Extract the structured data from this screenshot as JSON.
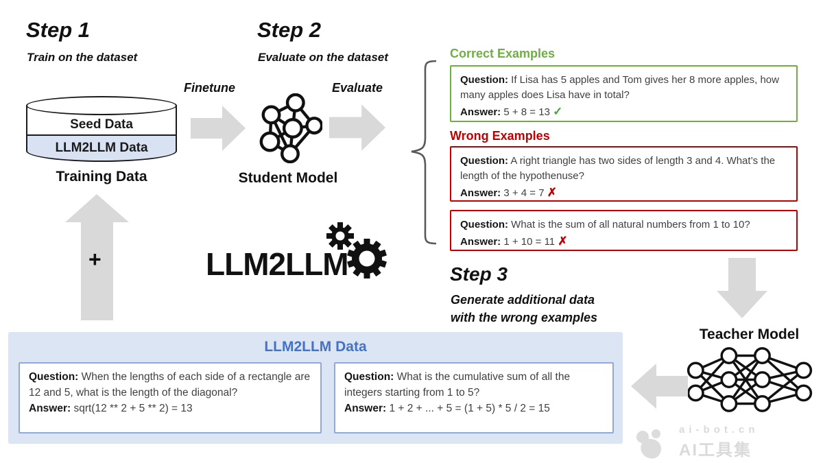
{
  "step1": {
    "title": "Step 1",
    "subtitle": "Train on the dataset",
    "cylinder_top": "Seed Data",
    "cylinder_bottom": "LLM2LLM Data",
    "label": "Training Data",
    "arrow_label": "Finetune"
  },
  "step2": {
    "title": "Step 2",
    "subtitle": "Evaluate on the dataset",
    "model_label": "Student Model",
    "arrow_label": "Evaluate"
  },
  "examples": {
    "correct_title": "Correct Examples",
    "correct": {
      "q_label": "Question:",
      "q_text": "If Lisa has 5 apples and Tom gives her 8 more apples, how many apples does Lisa have in total?",
      "a_label": "Answer:",
      "a_text": "5 + 8 = 13",
      "mark": "✓"
    },
    "wrong_title": "Wrong Examples",
    "wrong1": {
      "q_label": "Question:",
      "q_text": "A right triangle has two sides of length 3 and 4. What’s the length of the hypothenuse?",
      "a_label": "Answer:",
      "a_text": "3 + 4 = 7",
      "mark": "✗"
    },
    "wrong2": {
      "q_label": "Question:",
      "q_text": "What is the sum of all natural numbers from 1 to 10?",
      "a_label": "Answer:",
      "a_text": "1 + 10 = 11",
      "mark": "✗"
    }
  },
  "step3": {
    "title": "Step 3",
    "subtitle_line1": "Generate additional data",
    "subtitle_line2": "with the wrong examples",
    "model_label": "Teacher Model"
  },
  "logo": {
    "text": "LLM2LLM"
  },
  "plus_sign": "+",
  "llm2llm_panel": {
    "title": "LLM2LLM Data",
    "item1": {
      "q_label": "Question:",
      "q_text": "When the lengths of each side of a rectangle are 12 and 5, what is the length of the diagonal?",
      "a_label": "Answer:",
      "a_text": "sqrt(12 ** 2 + 5 ** 2) = 13"
    },
    "item2": {
      "q_label": "Question:",
      "q_text": "What is the cumulative sum of all the integers starting from 1 to 5?",
      "a_label": "Answer:",
      "a_text": "1 + 2 + ... + 5 = (1 + 5) * 5 / 2 = 15"
    }
  },
  "watermark": {
    "line1": "ai-bot.cn",
    "line2": "AI工具集"
  },
  "colors": {
    "correct_green": "#70ad47",
    "wrong_red": "#c00000",
    "panel_blue": "#dbe5f3",
    "panel_border_blue": "#8eaadb",
    "title_blue": "#4472c4",
    "arrow_gray": "#d9d9d9",
    "cylinder_blue": "#d9e2f3"
  }
}
